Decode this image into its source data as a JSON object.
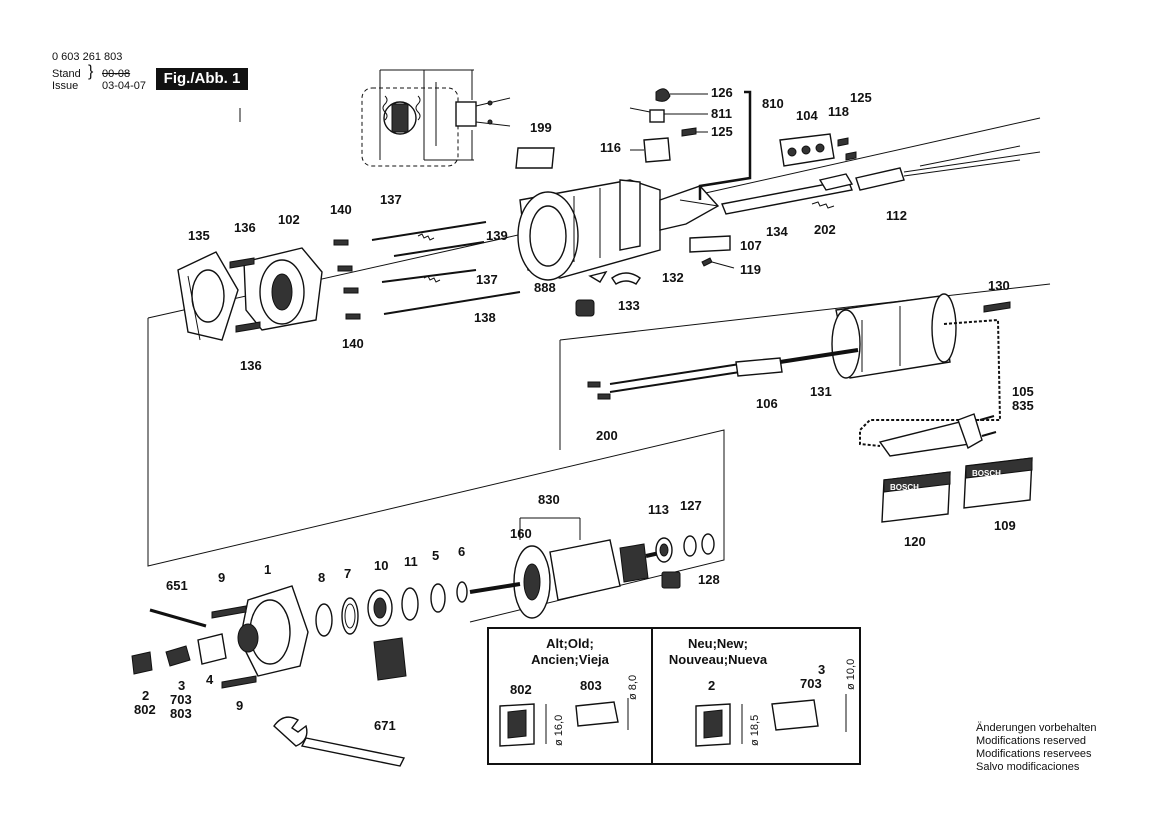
{
  "header": {
    "doc_number": "0 603 261 803",
    "stand_label": "Stand",
    "issue_label": "Issue",
    "old_date": "00-08",
    "issue_date": "03-04-07",
    "fig_label": "Fig./Abb. 1"
  },
  "labels": {
    "l126": "126",
    "l811": "811",
    "l125a": "125",
    "l810": "810",
    "l125b": "125",
    "l104": "104",
    "l118": "118",
    "l199": "199",
    "l116": "116",
    "l112": "112",
    "l134": "134",
    "l202": "202",
    "l107": "107",
    "l119": "119",
    "l132": "132",
    "l888": "888",
    "l133": "133",
    "l137a": "137",
    "l139": "139",
    "l137b": "137",
    "l138": "138",
    "l140a": "140",
    "l140b": "140",
    "l135": "135",
    "l136a": "136",
    "l102": "102",
    "l136b": "136",
    "l130": "130",
    "l131": "131",
    "l106": "106",
    "l105": "105",
    "l835": "835",
    "l200": "200",
    "l120": "120",
    "l109": "109",
    "l830": "830",
    "l160": "160",
    "l113": "113",
    "l127": "127",
    "l128": "128",
    "l651": "651",
    "l9a": "9",
    "l1": "1",
    "l8": "8",
    "l7": "7",
    "l10": "10",
    "l11": "11",
    "l5": "5",
    "l6": "6",
    "l2": "2",
    "l802": "802",
    "l3": "3",
    "l703": "703",
    "l803": "803",
    "l4": "4",
    "l9b": "9",
    "l671": "671"
  },
  "plates": {
    "brand": "BOSCH"
  },
  "inset": {
    "old_title_1": "Alt;Old;",
    "old_title_2": "Ancien;Vieja",
    "new_title_1": "Neu;New;",
    "new_title_2": "Nouveau;Nueva",
    "old_part_a": "802",
    "old_part_b": "803",
    "old_dim_a": "ø 16,0",
    "old_dim_b": "ø 8,0",
    "new_part_a": "2",
    "new_part_b1": "3",
    "new_part_b2": "703",
    "new_dim_a": "ø 18,5",
    "new_dim_b": "ø 10,0"
  },
  "footer": {
    "line1": "Änderungen vorbehalten",
    "line2": "Modifications reserved",
    "line3": "Modifications reservees",
    "line4": "Salvo modificaciones"
  }
}
